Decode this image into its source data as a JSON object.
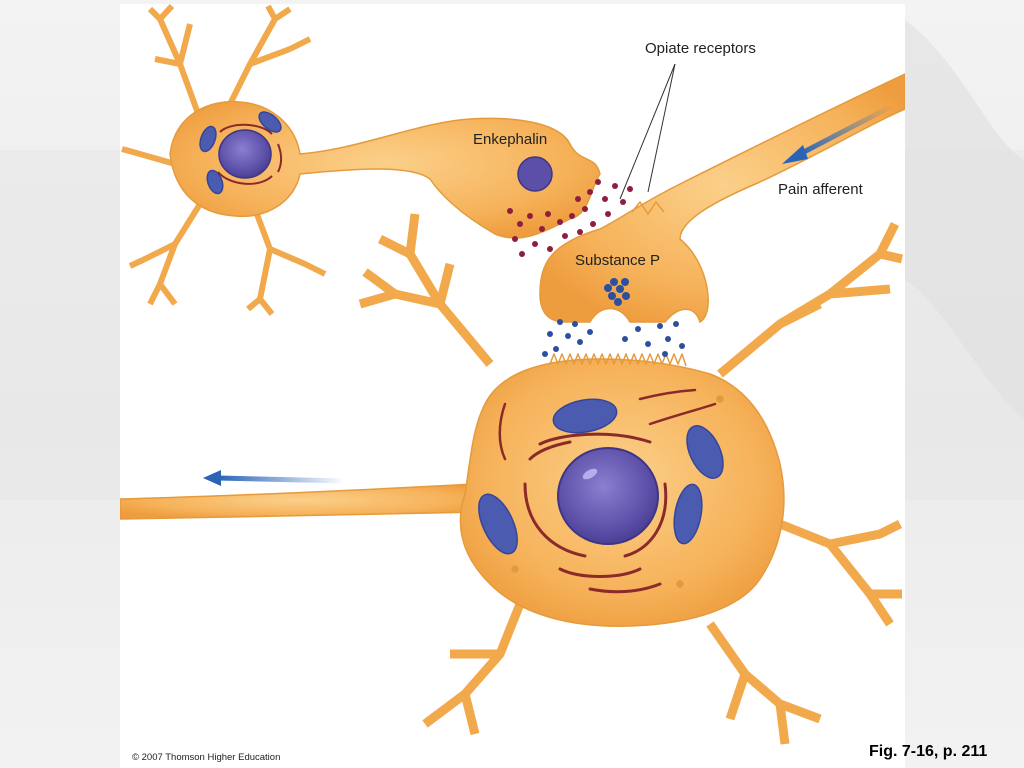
{
  "labels": {
    "opiate_receptors": "Opiate receptors",
    "enkephalin": "Enkephalin",
    "substance_p": "Substance P",
    "pain_afferent": "Pain afferent"
  },
  "copyright": "© 2007 Thomson Higher Education",
  "figure_reference": "Fig. 7-16, p. 211",
  "colors": {
    "neuron_fill": "#f6b25a",
    "neuron_outline": "#e59a3c",
    "nucleus": "#5b4fa8",
    "mitochondria": "#4a5bb0",
    "er": "#8b2a2a",
    "enkephalin_dots": "#8e1d3e",
    "substance_p_dots": "#2d4fa0",
    "arrow": "#2a64b8"
  }
}
